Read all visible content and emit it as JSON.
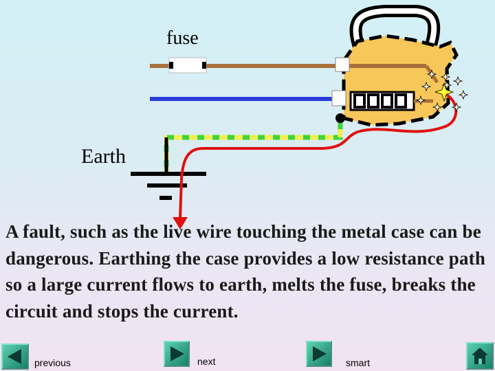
{
  "labels": {
    "fuse": "fuse",
    "earth": "Earth"
  },
  "body_text": "A fault, such as the live wire touching the metal case can be dangerous. Earthing the case provides a low resistance path so a large current flows to earth, melts the fuse, breaks the circuit and stops the current.",
  "nav": {
    "previous_label": "previous",
    "next_label": "next",
    "smart_label": "smart"
  },
  "icons": {
    "previous": "play-left-icon",
    "next": "play-right-icon",
    "smart": "play-right-icon",
    "home": "home-icon"
  },
  "colors": {
    "live_wire": "#a8703a",
    "neutral_wire": "#2a3cd8",
    "earth_wire_green": "#3fd43f",
    "earth_wire_yellow": "#f0f050",
    "fault_current": "#e01010",
    "kettle_body": "#f7c75a"
  }
}
